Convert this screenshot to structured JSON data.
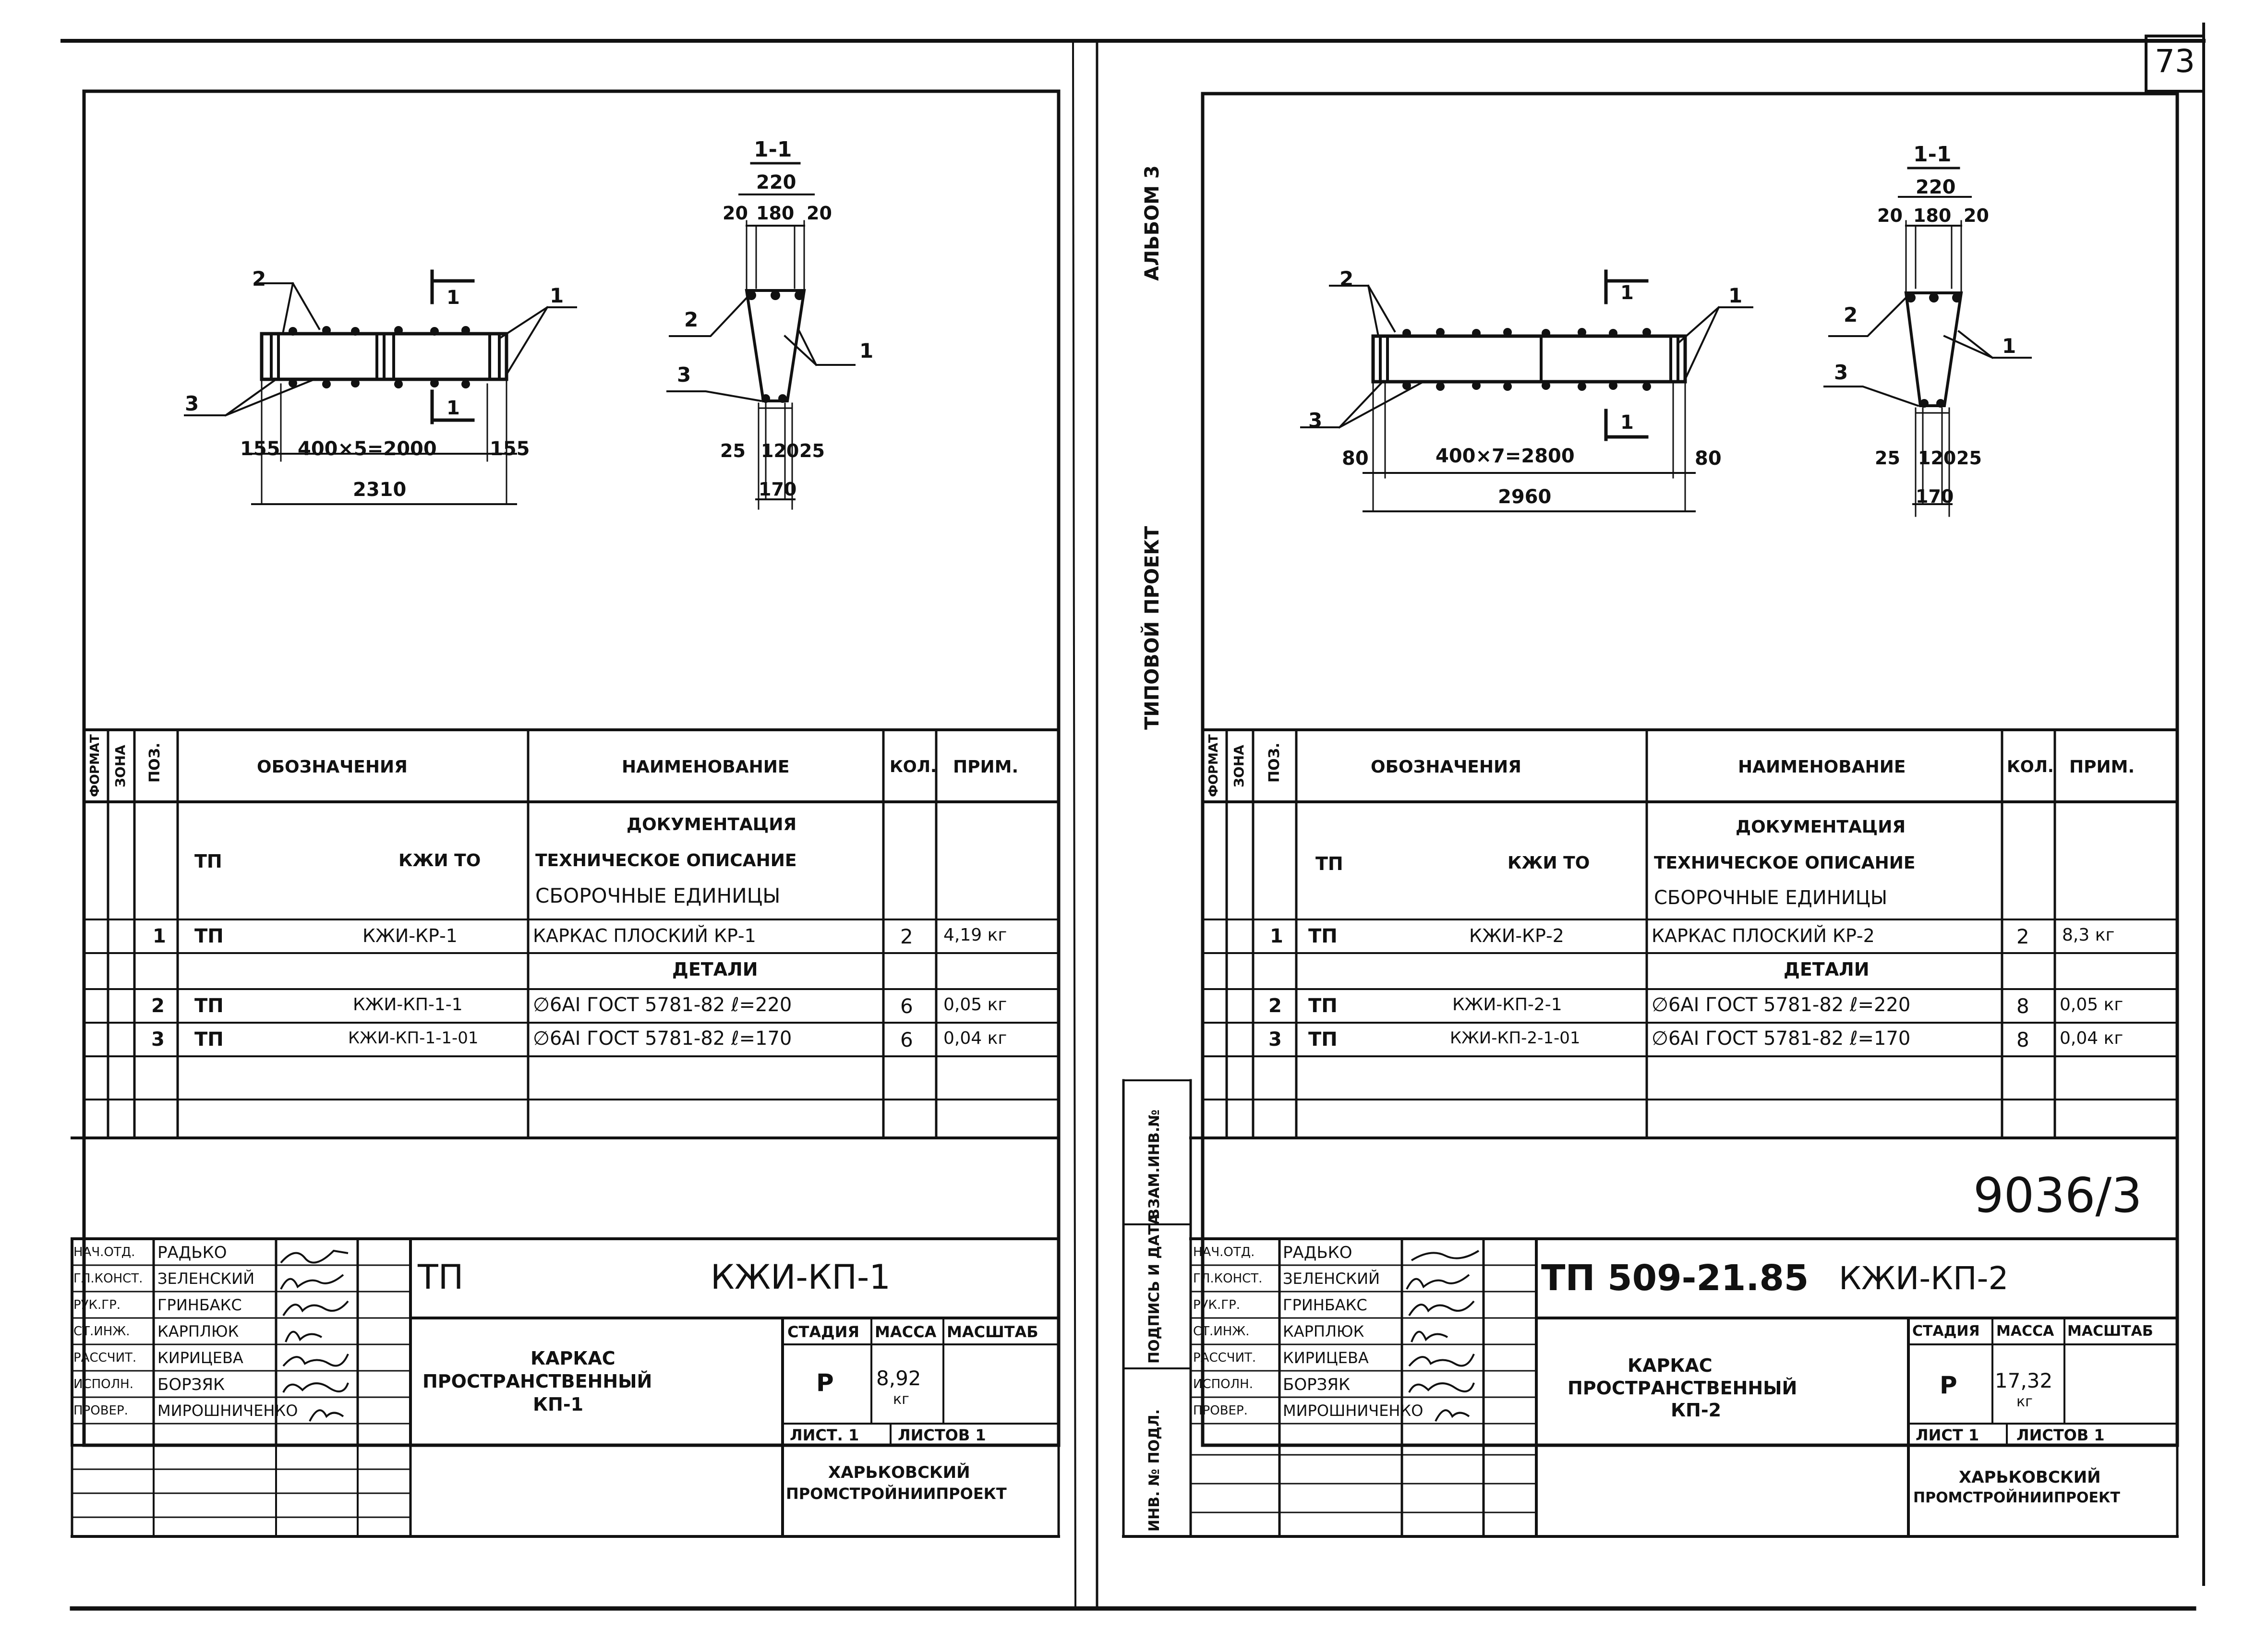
{
  "page_number": "73",
  "album_label": "АЛЬБОМ 3",
  "project_label": "ТИПОВОЙ ПРОЕКТ",
  "stamp_labels": {
    "vzam": "ВЗАМ.ИНВ.№",
    "podpis": "ПОДПИСЬ И ДАТА",
    "inv": "ИНВ. № ПОДЛ."
  },
  "doc_number": "9036/3",
  "sheets": [
    {
      "drawing": {
        "section_label": "1-1",
        "cut_label": "1",
        "dim_top_total": "220",
        "dim_top_parts": [
          "20",
          "180",
          "20"
        ],
        "dim_bottom_parts": [
          "25",
          "120",
          "25"
        ],
        "dim_bottom_total": "170",
        "dim_spacing": "400×5=2000",
        "dim_end_left": "155",
        "dim_end_right": "155",
        "dim_total": "2310",
        "leader_1": "1",
        "leader_2": "2",
        "leader_3": "3"
      },
      "spec": {
        "headers": {
          "format": "ФОРМАТ",
          "zone": "ЗОНА",
          "pos": "ПОЗ.",
          "designation": "ОБОЗНАЧЕНИЯ",
          "name": "НАИМЕНОВАНИЕ",
          "qty": "КОЛ.",
          "note": "ПРИМ."
        },
        "doc_header": "ДОКУМЕНТАЦИЯ",
        "doc_tp": "ТП",
        "doc_code": "КЖИ ТО",
        "doc_name": "ТЕХНИЧЕСКОЕ ОПИСАНИЕ",
        "assembly_header": "СБОРОЧНЫЕ ЕДИНИЦЫ",
        "details_header": "ДЕТАЛИ",
        "rows": [
          {
            "pos": "1",
            "tp": "ТП",
            "code": "КЖИ-КР-1",
            "name": "КАРКАС ПЛОСКИЙ КР-1",
            "qty": "2",
            "note": "4,19 кг"
          },
          {
            "pos": "2",
            "tp": "ТП",
            "code": "КЖИ-КП-1-1",
            "name": "∅6AⅠ ГОСТ 5781-82 ℓ=220",
            "qty": "6",
            "note": "0,05 кг"
          },
          {
            "pos": "3",
            "tp": "ТП",
            "code": "КЖИ-КП-1-1-01",
            "name": "∅6AⅠ ГОСТ 5781-82 ℓ=170",
            "qty": "6",
            "note": "0,04 кг"
          }
        ]
      },
      "title_block": {
        "roles": [
          "НАЧ.ОТД.",
          "ГЛ.КОНСТ.",
          "РУК.ГР.",
          "СТ.ИНЖ.",
          "РАССЧИТ.",
          "ИСПОЛН.",
          "ПРОВЕР."
        ],
        "names": [
          "РАДЬКО",
          "ЗЕЛЕНСКИЙ",
          "ГРИНБАКС",
          "КАРПЛЮК",
          "КИРИЦЕВА",
          "БОРЗЯК",
          "МИРОШНИЧЕНКО"
        ],
        "tp": "ТП",
        "code": "КЖИ-КП-1",
        "title": [
          "КАРКАС",
          "ПРОСТРАНСТВЕННЫЙ",
          "КП-1"
        ],
        "stage_label": "СТАДИЯ",
        "mass_label": "МАССА",
        "scale_label": "МАСШТАБ",
        "stage": "Р",
        "mass": "8,92",
        "mass_unit": "кг",
        "sheet_label": "ЛИСТ. 1",
        "sheets_label": "ЛИСТОВ 1",
        "org": [
          "ХАРЬКОВСКИЙ",
          "ПРОМСТРОЙНИИПРОЕКТ"
        ]
      }
    },
    {
      "drawing": {
        "section_label": "1-1",
        "cut_label": "1",
        "dim_top_total": "220",
        "dim_top_parts": [
          "20",
          "180",
          "20"
        ],
        "dim_bottom_parts": [
          "25",
          "120",
          "25"
        ],
        "dim_bottom_total": "170",
        "dim_spacing": "400×7=2800",
        "dim_end_left": "80",
        "dim_end_right": "80",
        "dim_total": "2960",
        "leader_1": "1",
        "leader_2": "2",
        "leader_3": "3"
      },
      "spec": {
        "headers": {
          "format": "ФОРМАТ",
          "zone": "ЗОНА",
          "pos": "ПОЗ.",
          "designation": "ОБОЗНАЧЕНИЯ",
          "name": "НАИМЕНОВАНИЕ",
          "qty": "КОЛ.",
          "note": "ПРИМ."
        },
        "doc_header": "ДОКУМЕНТАЦИЯ",
        "doc_tp": "ТП",
        "doc_code": "КЖИ ТО",
        "doc_name": "ТЕХНИЧЕСКОЕ ОПИСАНИЕ",
        "assembly_header": "СБОРОЧНЫЕ ЕДИНИЦЫ",
        "details_header": "ДЕТАЛИ",
        "rows": [
          {
            "pos": "1",
            "tp": "ТП",
            "code": "КЖИ-КР-2",
            "name": "КАРКАС ПЛОСКИЙ КР-2",
            "qty": "2",
            "note": "8,3 кг"
          },
          {
            "pos": "2",
            "tp": "ТП",
            "code": "КЖИ-КП-2-1",
            "name": "∅6AⅠ ГОСТ 5781-82 ℓ=220",
            "qty": "8",
            "note": "0,05 кг"
          },
          {
            "pos": "3",
            "tp": "ТП",
            "code": "КЖИ-КП-2-1-01",
            "name": "∅6AⅠ ГОСТ 5781-82 ℓ=170",
            "qty": "8",
            "note": "0,04 кг"
          }
        ]
      },
      "title_block": {
        "roles": [
          "НАЧ.ОТД.",
          "ГЛ.КОНСТ.",
          "РУК.ГР.",
          "СТ.ИНЖ.",
          "РАССЧИТ.",
          "ИСПОЛН.",
          "ПРОВЕР."
        ],
        "names": [
          "РАДЬКО",
          "ЗЕЛЕНСКИЙ",
          "ГРИНБАКС",
          "КАРПЛЮК",
          "КИРИЦЕВА",
          "БОРЗЯК",
          "МИРОШНИЧЕНКО"
        ],
        "tp": "ТП 509-21.85",
        "code": "КЖИ-КП-2",
        "title": [
          "КАРКАС",
          "ПРОСТРАНСТВЕННЫЙ",
          "КП-2"
        ],
        "stage_label": "СТАДИЯ",
        "mass_label": "МАССА",
        "scale_label": "МАСШТАБ",
        "stage": "Р",
        "mass": "17,32",
        "mass_unit": "кг",
        "sheet_label": "ЛИСТ 1",
        "sheets_label": "ЛИСТОВ 1",
        "org": [
          "ХАРЬКОВСКИЙ",
          "ПРОМСТРОЙНИИПРОЕКТ"
        ]
      }
    }
  ]
}
